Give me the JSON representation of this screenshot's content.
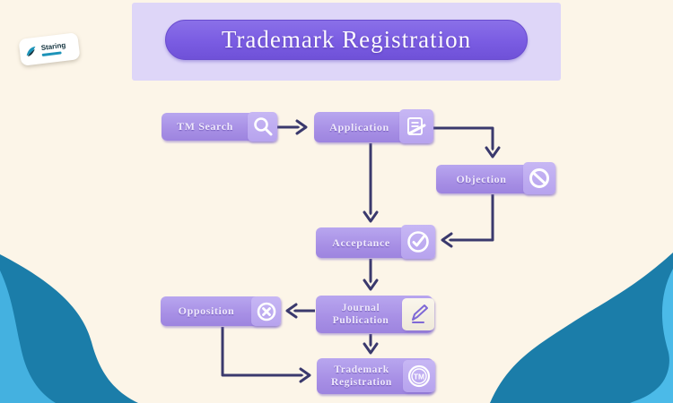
{
  "page": {
    "title": "Trademark Registration"
  },
  "logo": {
    "brand": "Staring",
    "icon": "bird-icon"
  },
  "colors": {
    "background": "#fcf5e8",
    "banner_bg": "#ded6f8",
    "banner_pill": "#7a5ce2",
    "node_purple": "#a78fe5",
    "node_icon_square": "#bca9f0",
    "arrow": "#3a396d",
    "wave_dark_teal": "#1b7da9",
    "wave_light_blue": "#44b1e0"
  },
  "flow": {
    "nodes": [
      {
        "id": "tm-search",
        "label": "TM Search",
        "icon": "search-icon"
      },
      {
        "id": "application",
        "label": "Application",
        "icon": "document-pen-icon"
      },
      {
        "id": "objection",
        "label": "Objection",
        "icon": "prohibition-icon"
      },
      {
        "id": "acceptance",
        "label": "Acceptance",
        "icon": "check-circle-icon"
      },
      {
        "id": "journal-publication",
        "label": "Journal Publication",
        "icon": "pen-paper-icon"
      },
      {
        "id": "opposition",
        "label": "Opposition",
        "icon": "x-circle-icon"
      },
      {
        "id": "trademark-registration",
        "label": "Trademark Registration",
        "icon": "tm-circle-icon"
      }
    ],
    "edges": [
      {
        "from": "tm-search",
        "to": "application"
      },
      {
        "from": "application",
        "to": "objection"
      },
      {
        "from": "application",
        "to": "acceptance"
      },
      {
        "from": "objection",
        "to": "acceptance"
      },
      {
        "from": "acceptance",
        "to": "journal-publication"
      },
      {
        "from": "journal-publication",
        "to": "opposition"
      },
      {
        "from": "opposition",
        "to": "trademark-registration"
      },
      {
        "from": "journal-publication",
        "to": "trademark-registration"
      }
    ]
  }
}
